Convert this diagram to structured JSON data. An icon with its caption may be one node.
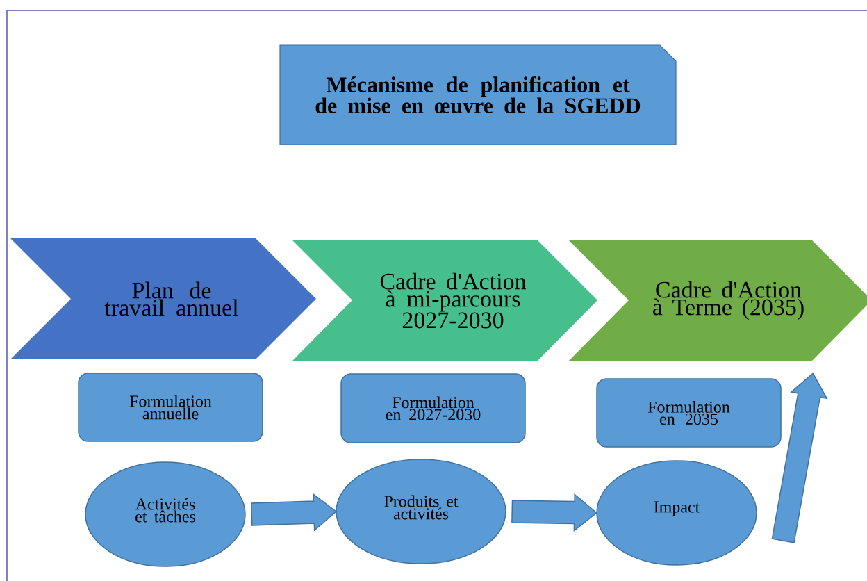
{
  "diagram": {
    "nodes": [
      {
        "text": [
          "Mécanisme de planification et de mise en œuvre de la SGEDD"
        ]
      },
      {
        "text": [
          "Plan de travail annuel"
        ]
      },
      {
        "text": [
          "Cadre d'Action à mi-parcours 2027-2030"
        ]
      },
      {
        "text": [
          "Cadre d'Action à Terme (2035)"
        ]
      },
      {
        "text": [
          "Formulation annuelle"
        ]
      },
      {
        "text": [
          "Formulation en 2027-2030"
        ]
      },
      {
        "text": [
          "Formulation en 2035"
        ]
      },
      {
        "text": [
          "Activités et tâches"
        ]
      },
      {
        "text": [
          "Produits et activités"
        ]
      },
      {
        "text": [
          "Impact"
        ]
      }
    ],
    "edges": [
      {
        "from": 7,
        "to": 8,
        "arrow": "to"
      },
      {
        "from": 8,
        "to": 9,
        "arrow": "to"
      },
      {
        "from": 9,
        "to": 3,
        "arrow": "to"
      }
    ]
  }
}
